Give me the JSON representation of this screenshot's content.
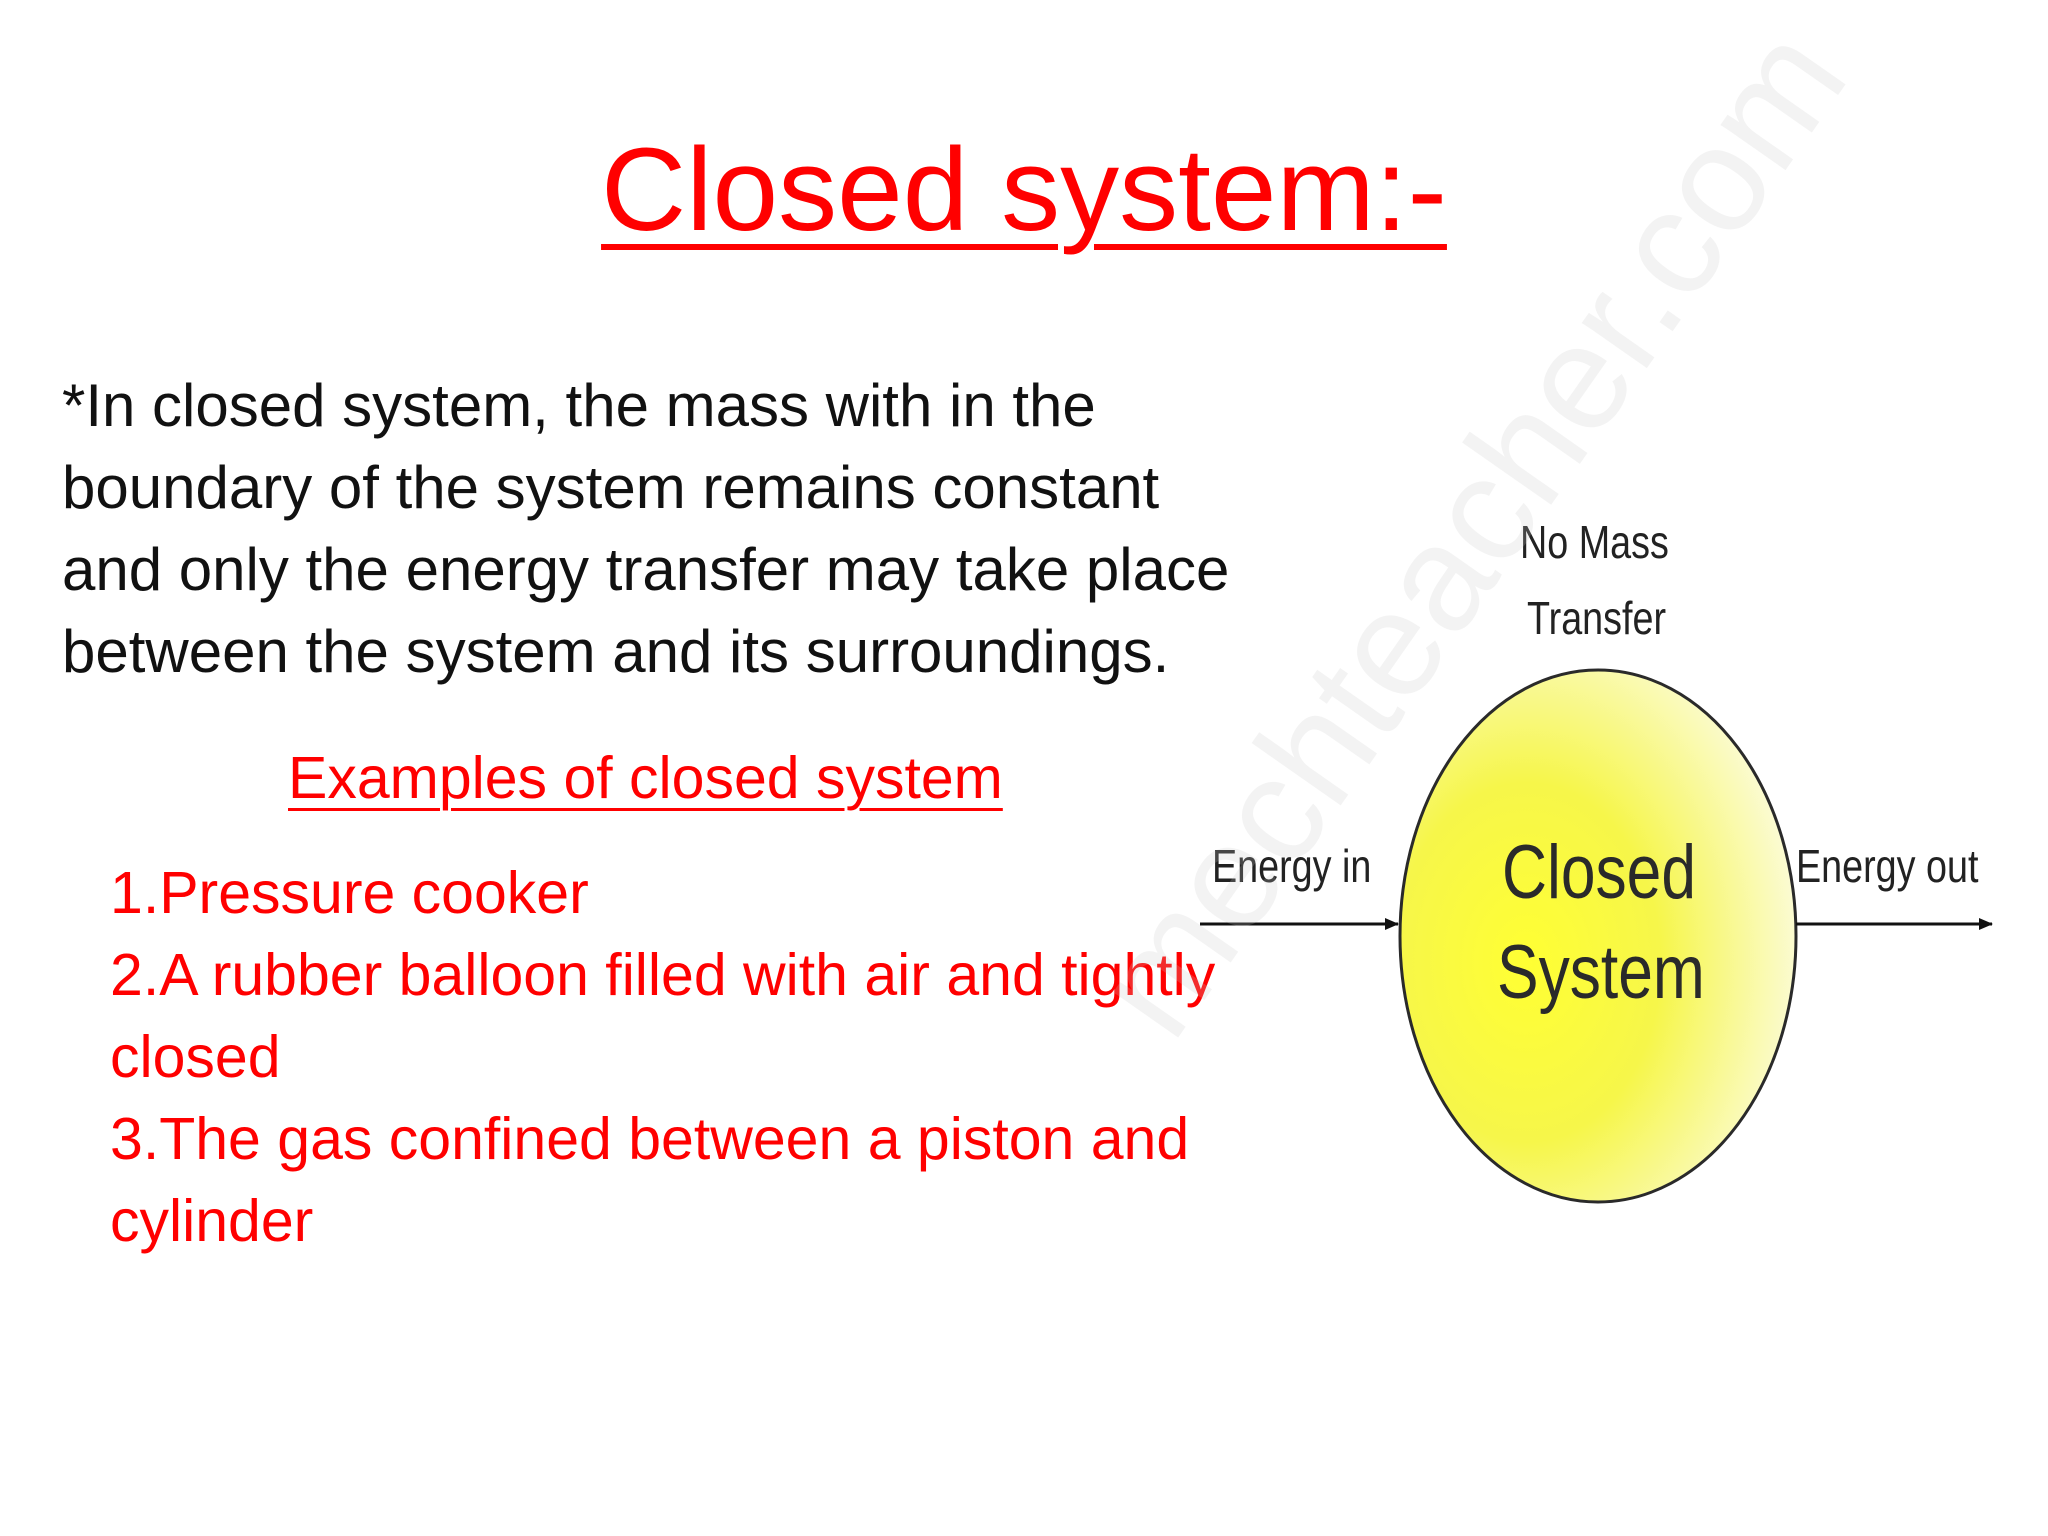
{
  "slide": {
    "title": "Closed system:-",
    "body_lines": [
      "*In closed system, the mass with in the",
      "boundary of the  system remains constant",
      "and only the energy transfer may take place",
      "between the system and its surroundings."
    ],
    "examples_heading": "Examples of closed system",
    "examples": [
      "1.Pressure cooker",
      "2.A rubber balloon filled with air and tightly",
      "closed",
      "3.The gas confined between a piston and",
      "cylinder"
    ]
  },
  "diagram": {
    "top_label_line1": "No Mass",
    "top_label_line2": "Transfer",
    "energy_in": "Energy in",
    "energy_out": "Energy out",
    "center_line1": "Closed",
    "center_line2": "System",
    "fill_color": "#ffff33",
    "watermark": "mechteacher.com"
  },
  "colors": {
    "accent": "#ff0000",
    "text": "#111111"
  }
}
